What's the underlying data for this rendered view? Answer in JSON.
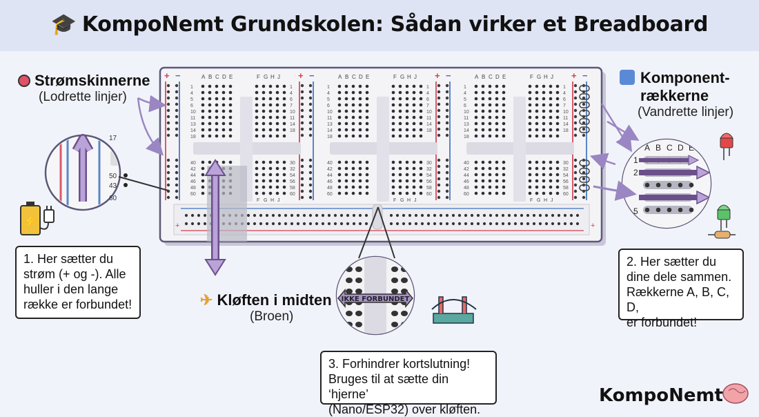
{
  "header": {
    "title": "KompoNemt Grundskolen: Sådan virker et Breadboard"
  },
  "sections": {
    "power_rails": {
      "title": "Strømskinnerne",
      "subtitle": "(Lodrette linjer)"
    },
    "component_rows": {
      "title_line1": "Komponent-",
      "title_line2": "rækkerne",
      "subtitle": "(Vandrette linjer)"
    },
    "gap": {
      "title": "Kløften i midten",
      "subtitle": "(Broen)",
      "badge": "IKKE FORBUNDET"
    }
  },
  "callouts": {
    "power": [
      "1. Her sætter du",
      "strøm (+ og -). Alle",
      "huller i den lange",
      "række er forbundet!"
    ],
    "components": [
      "2. Her sætter du",
      "dine dele sammen.",
      "Rækkerne A, B, C, D,",
      "er forbundet!"
    ],
    "gap": [
      "3. Forhindrer kortslutning!",
      "Bruges til at sætte din ‘hjerne’",
      "(Nano/ESP32) over kløften."
    ]
  },
  "board": {
    "columns_left": [
      "A",
      "B",
      "C",
      "D",
      "E"
    ],
    "columns_right": [
      "F",
      "G",
      "H",
      "J"
    ],
    "row_numbers_top": [
      "1",
      "4",
      "5",
      "6",
      "10",
      "11",
      "13",
      "14",
      "18"
    ],
    "row_numbers_top_right": [
      "1",
      "4",
      "6",
      "7",
      "10",
      "11",
      "14",
      "18"
    ],
    "row_numbers_bottom": [
      "40",
      "42",
      "44",
      "46",
      "48",
      "60"
    ],
    "row_numbers_bottom_right": [
      "30",
      "32",
      "54",
      "56",
      "58",
      "60"
    ],
    "plus": "+",
    "minus": "−"
  },
  "zoom_rail": {
    "labels": [
      "17",
      "50",
      "43",
      "60"
    ]
  },
  "zoom_rows": {
    "columns": [
      "A",
      "B",
      "C",
      "D",
      "E"
    ],
    "rows": [
      "1",
      "2",
      "5"
    ]
  },
  "brand": {
    "name": "KompoNemt"
  }
}
